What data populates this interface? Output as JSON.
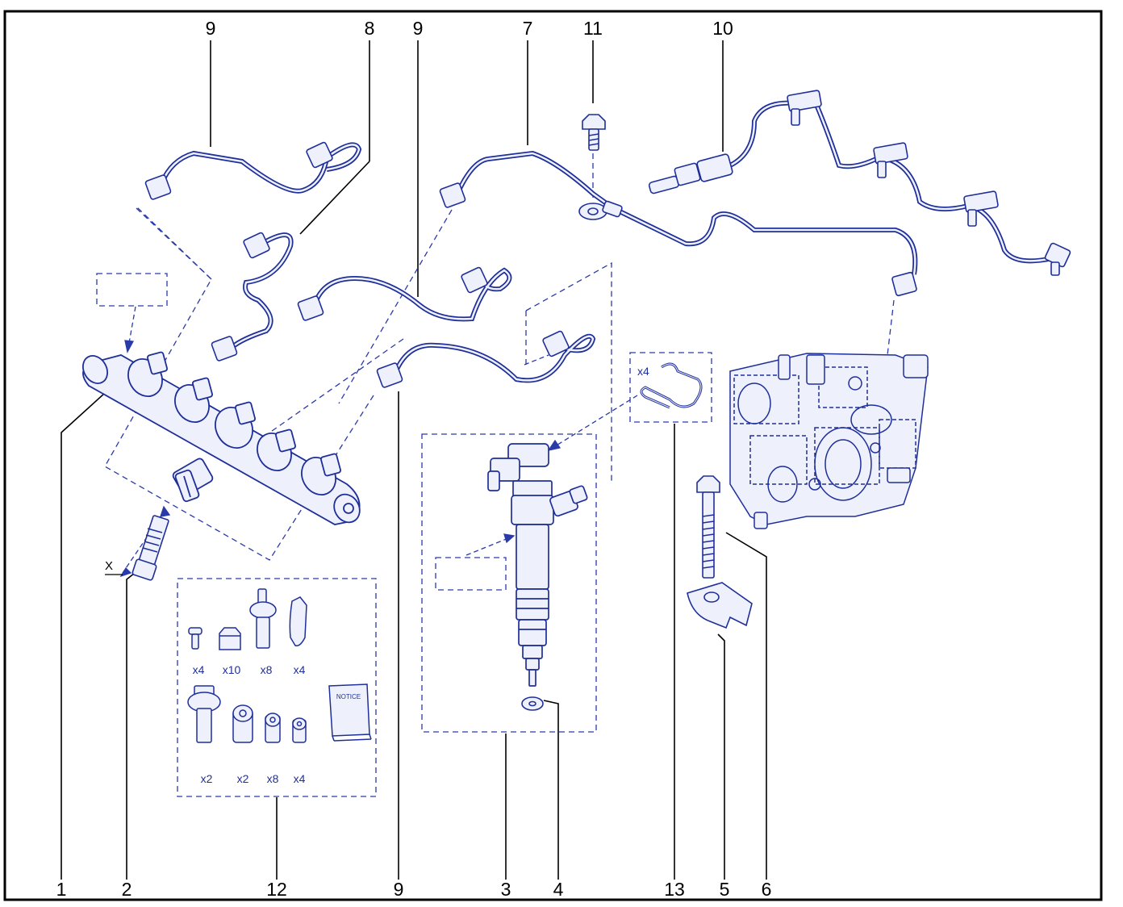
{
  "colors": {
    "frame": "#000000",
    "part_line": "#1f2f9a",
    "part_fill": "#eef1fb",
    "leader": "#000000"
  },
  "callouts": {
    "c9a": "9",
    "c8": "8",
    "c9b": "9",
    "c7": "7",
    "c11": "11",
    "c10": "10",
    "c1": "1",
    "c2": "2",
    "c12": "12",
    "c9c": "9",
    "c3": "3",
    "c4": "4",
    "c13": "13",
    "c5": "5",
    "c6": "6"
  },
  "kit": {
    "qty_row1": [
      "x4",
      "x10",
      "x8",
      "x4"
    ],
    "qty_row2": [
      "x2",
      "x2",
      "x8",
      "x4"
    ],
    "notice": "NOTICE"
  },
  "clip_qty": "x4",
  "dimension_label": "X"
}
